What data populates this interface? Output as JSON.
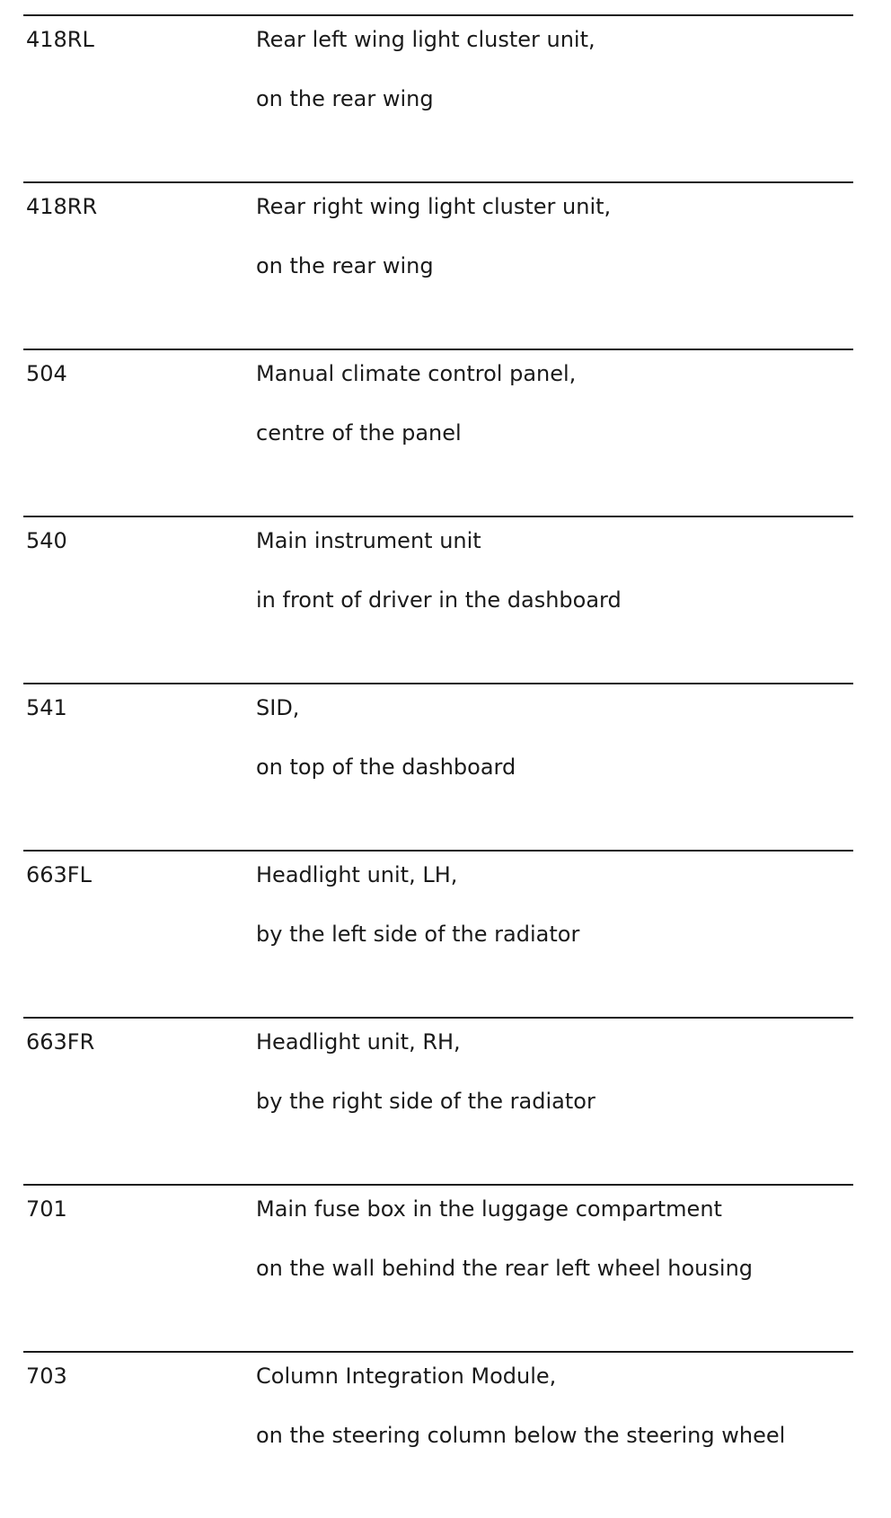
{
  "rows": [
    {
      "code": "418RL",
      "line1": "Rear left wing light cluster unit,",
      "line2": "on the rear wing"
    },
    {
      "code": "418RR",
      "line1": "Rear right wing light cluster unit,",
      "line2": "on the rear wing"
    },
    {
      "code": "504",
      "line1": "Manual climate control panel,",
      "line2": "centre of the panel"
    },
    {
      "code": "540",
      "line1": "Main instrument unit",
      "line2": "in front of driver in the dashboard"
    },
    {
      "code": "541",
      "line1": "SID,",
      "line2": "on top of the dashboard"
    },
    {
      "code": "663FL",
      "line1": "Headlight unit, LH,",
      "line2": "by the left side of the radiator"
    },
    {
      "code": "663FR",
      "line1": "Headlight unit, RH,",
      "line2": "by the right side of the radiator"
    },
    {
      "code": "701",
      "line1": "Main fuse box in the luggage compartment",
      "line2": "on the wall behind the rear left wheel housing"
    },
    {
      "code": "703",
      "line1": "Column Integration Module,",
      "line2": "on the steering column below the steering wheel"
    }
  ]
}
